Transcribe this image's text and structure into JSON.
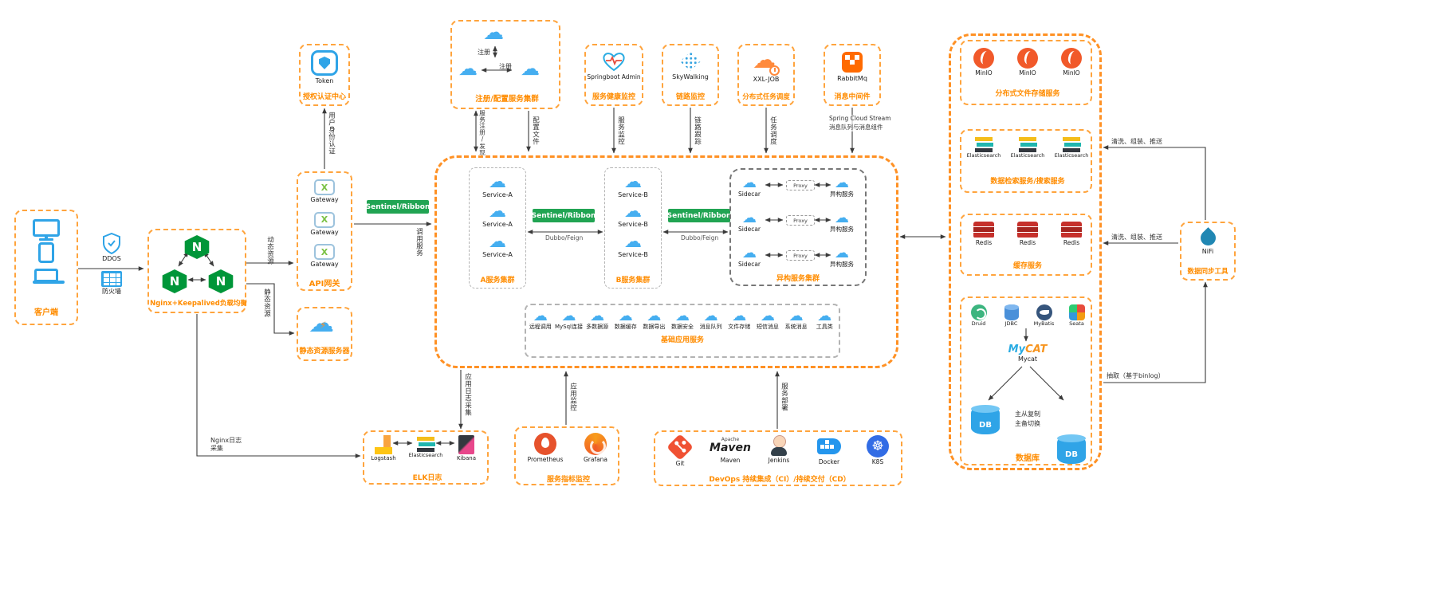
{
  "icons": {
    "cloud": "☁",
    "bolt": "⚡",
    "nginx_letter": "N",
    "gateway_cross": "X",
    "k8s_wheel": "☸"
  },
  "client": {
    "label": "客户端"
  },
  "security": {
    "ddos": "DDOS",
    "firewall": "防火墙"
  },
  "nginx": {
    "label": "Nginx+Keepalived负载均衡"
  },
  "auth": {
    "name": "Token",
    "label": "授权认证中心"
  },
  "api_gateway": {
    "items": [
      "Gateway",
      "Gateway",
      "Gateway"
    ],
    "label": "API网关"
  },
  "static_server": {
    "label": "静态资源服务器"
  },
  "registry": {
    "label": "注册/配置服务集群",
    "edge1": "注册",
    "edge2": "注册"
  },
  "monitors": [
    {
      "name": "Springboot Admin",
      "label": "服务健康监控"
    },
    {
      "name": "SkyWalking",
      "label": "链路监控"
    },
    {
      "name": "XXL-JOB",
      "label": "分布式任务调度"
    },
    {
      "name": "RabbitMq",
      "label": "消息中间件"
    }
  ],
  "cluster_a": {
    "items": [
      "Service-A",
      "Service-A",
      "Service-A"
    ],
    "label": "A服务集群"
  },
  "cluster_b": {
    "items": [
      "Service-B",
      "Service-B",
      "Service-B"
    ],
    "label": "B服务集群"
  },
  "sentinel": {
    "s1": "Sentinel/Ribbon",
    "s2": "Sentinel/Ribbon",
    "s3": "Sentinel/Ribbon",
    "dubbo1": "Dubbo/Feign",
    "dubbo2": "Dubbo/Feign"
  },
  "hetero": {
    "label": "异构服务集群",
    "rows": [
      {
        "sidecar": "Sidecar",
        "proxy": "Proxy",
        "svc": "异构服务"
      },
      {
        "sidecar": "Sidecar",
        "proxy": "Proxy",
        "svc": "异构服务"
      },
      {
        "sidecar": "Sidecar",
        "proxy": "Proxy",
        "svc": "异构服务"
      }
    ]
  },
  "base_services": {
    "label": "基础应用服务",
    "items": [
      "远程调用",
      "MySql连接",
      "多数据源",
      "数据缓存",
      "数据导出",
      "数据安全",
      "消息队列",
      "文件存储",
      "短信消息",
      "系统消息",
      "工具类"
    ]
  },
  "storage": {
    "label": "分布式文件存储服务",
    "items": [
      "MinIO",
      "MinIO",
      "MinIO"
    ]
  },
  "search": {
    "label": "数据检索服务/搜索服务",
    "items": [
      "Elasticsearch",
      "Elasticsearch",
      "Elasticsearch"
    ]
  },
  "cache": {
    "label": "缓存服务",
    "items": [
      "Redis",
      "Redis",
      "Redis"
    ]
  },
  "database": {
    "label": "数据库",
    "middlewares": [
      "Druid",
      "JDBC",
      "MyBatis",
      "Seata"
    ],
    "mycat_logo_a": "My",
    "mycat_logo_b": "CAT",
    "mycat": "Mycat",
    "db_left": "DB",
    "db_right": "DB",
    "note1": "主从复制",
    "note2": "主备切换"
  },
  "nifi": {
    "name": "NiFi",
    "label": "数据同步工具"
  },
  "elk": {
    "label": "ELK日志",
    "items": [
      "Logstash",
      "Elasticsearch",
      "Kibana"
    ]
  },
  "metrics": {
    "label": "服务指标监控",
    "items": [
      "Prometheus",
      "Grafana"
    ]
  },
  "devops": {
    "label": "DevOps 持续集成（CI）/持续交付（CD）",
    "maven_top": "Apache",
    "maven_word": "Maven",
    "items": [
      "Git",
      "Maven",
      "Jenkins",
      "Docker",
      "K8S"
    ]
  },
  "edges": {
    "user_auth": "用户身份认证",
    "dynamic": "动态资源",
    "static": "静态资源",
    "invoke": "调用服务",
    "reg_discover": "服务注册/发现",
    "config": "配置文件",
    "svc_monitor": "服务监控",
    "trace": "链路跟踪",
    "task": "任务调度",
    "stream1": "Spring Cloud Stream",
    "stream2": "消息队列与消息组件",
    "clean1": "清洗、组装、推送",
    "clean2": "清洗、组装、推送",
    "extract": "抽取（基于binlog）",
    "log_collect": "应用日志采集",
    "app_monitor": "应用监控",
    "deploy": "服务部署",
    "nginx_log": "Nginx日志采集"
  }
}
